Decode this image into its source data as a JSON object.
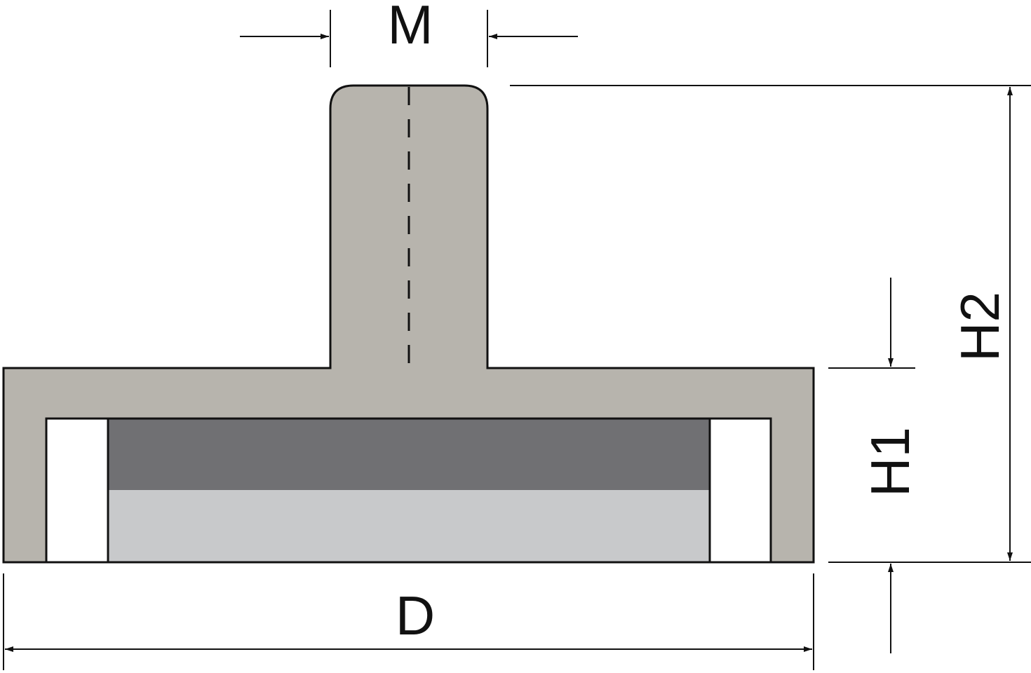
{
  "diagram": {
    "labels": {
      "thread_diameter": "M",
      "total_height": "H2",
      "body_height": "H1",
      "diameter": "D"
    },
    "colors": {
      "line": "#111111",
      "housing": "#b7b4ad",
      "magnet_upper": "#707073",
      "magnet_lower": "#c8c9cb",
      "gap": "#ffffff"
    }
  }
}
